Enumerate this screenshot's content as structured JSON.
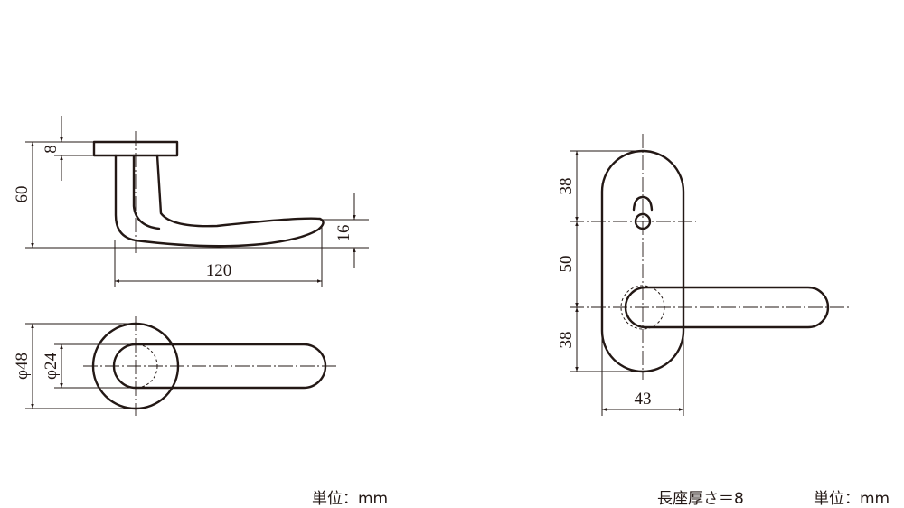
{
  "side_view": {
    "dim_plate_thickness": "8",
    "dim_height": "60",
    "dim_lever_thickness": "16",
    "dim_length": "120"
  },
  "rose_view": {
    "dim_rose_diameter": "φ48",
    "dim_lever_diameter": "φ24"
  },
  "plate_view": {
    "dim_top": "38",
    "dim_middle": "50",
    "dim_bottom": "38",
    "dim_width": "43"
  },
  "notes": {
    "unit_left": "単位：mm",
    "plate_thickness": "長座厚さ＝8",
    "unit_right": "単位：mm"
  }
}
